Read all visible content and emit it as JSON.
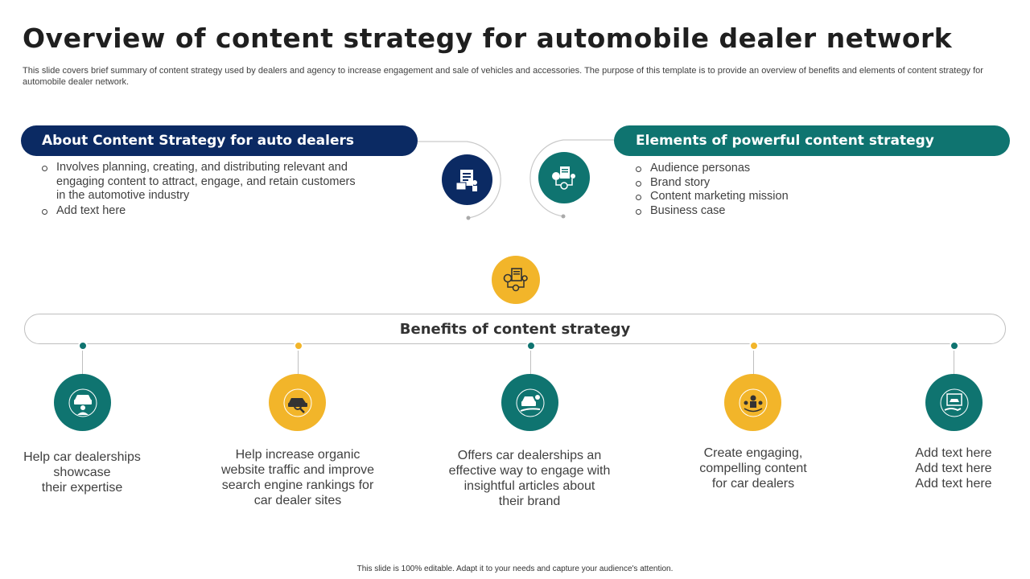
{
  "title": "Overview of content strategy for automobile dealer network",
  "subtitle": "This slide covers brief summary of content strategy used by dealers and agency to increase engagement and sale of vehicles and accessories. The purpose of this template is to provide an overview of benefits and elements of content strategy for automobile dealer network.",
  "about": {
    "heading": "About Content Strategy for auto dealers",
    "items": [
      "Involves planning, creating, and distributing relevant and engaging content to attract, engage, and retain customers in the automotive industry",
      "Add text here"
    ]
  },
  "elements": {
    "heading": "Elements of powerful content strategy",
    "items": [
      "Audience personas",
      "Brand story",
      "Content marketing mission",
      "Business case"
    ]
  },
  "benefits": {
    "heading": "Benefits of content strategy",
    "items": [
      {
        "text": "Help car dealerships\nshowcase\ntheir expertise",
        "color": "#0f7470",
        "icon": "car-dealer-person-icon"
      },
      {
        "text": "Help increase organic\nwebsite traffic and improve\nsearch engine rankings for\ncar dealer sites",
        "color": "#f2b52a",
        "icon": "car-search-icon"
      },
      {
        "text": "Offers car dealerships an\neffective way to engage with\ninsightful articles about\ntheir brand",
        "color": "#0f7470",
        "icon": "car-hand-engage-icon"
      },
      {
        "text": "Create engaging,\ncompelling content\nfor car dealers",
        "color": "#f2b52a",
        "icon": "team-content-icon"
      },
      {
        "text": "Add text here\nAdd text here\nAdd text here",
        "color": "#0f7470",
        "icon": "car-showroom-hand-icon"
      }
    ]
  },
  "colors": {
    "navy": "#0b2a63",
    "teal": "#0f7470",
    "yellow": "#f2b52a"
  },
  "footer": "This slide is 100% editable. Adapt it to your needs and capture your audience's attention."
}
